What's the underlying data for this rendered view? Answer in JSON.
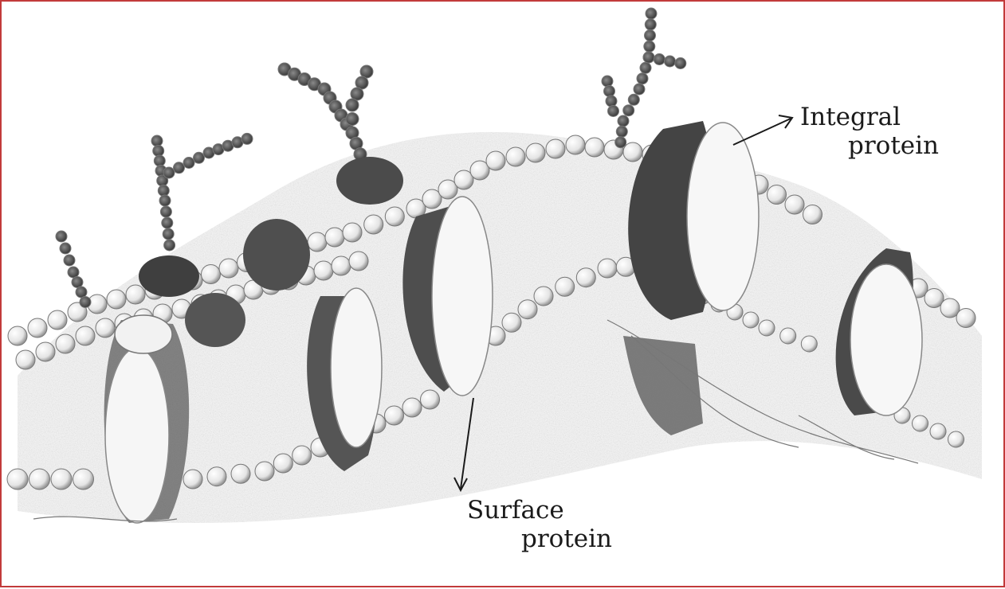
{
  "labels": {
    "integral": {
      "line1": "Integral",
      "line2": "protein"
    },
    "surface": {
      "line1": "Surface",
      "line2": "protein"
    }
  },
  "colors": {
    "border": "#c23a3a",
    "ink": "#1a1a1a",
    "protein_dark": "#555555",
    "bead_fill": "#f2f2f2"
  }
}
